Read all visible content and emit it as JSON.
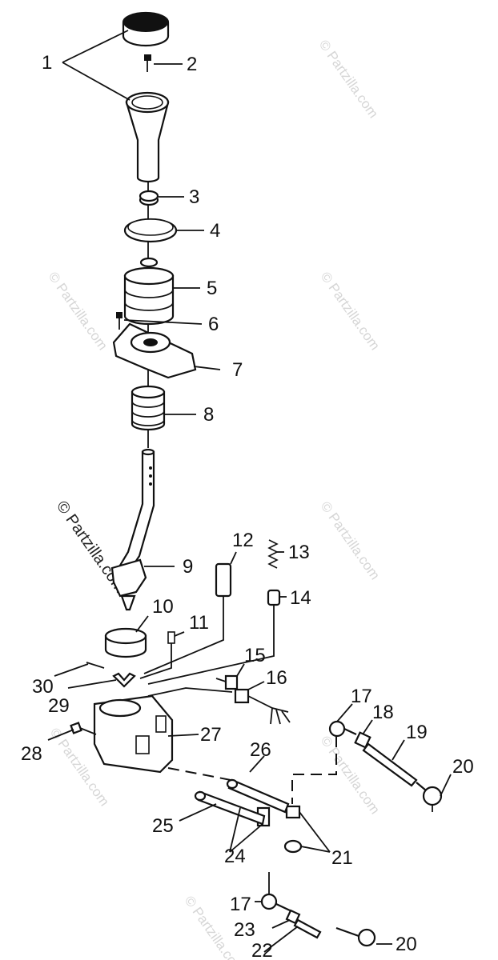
{
  "callouts": {
    "c1": "1",
    "c2": "2",
    "c3": "3",
    "c4": "4",
    "c5": "5",
    "c6": "6",
    "c7": "7",
    "c8": "8",
    "c9": "9",
    "c10": "10",
    "c11": "11",
    "c12": "12",
    "c13": "13",
    "c14": "14",
    "c15": "15",
    "c16": "16",
    "c17a": "17",
    "c17b": "17",
    "c18": "18",
    "c19": "19",
    "c20a": "20",
    "c20b": "20",
    "c21": "21",
    "c22": "22",
    "c23": "23",
    "c24": "24",
    "c25": "25",
    "c26": "26",
    "c27": "27",
    "c28": "28",
    "c29": "29",
    "c30": "30"
  },
  "watermarks": {
    "wm_top": "© Partzilla.com",
    "wm_mid_left": "© Partzilla.com",
    "wm_mid_right": "© Partzilla.com",
    "wm_lower_right": "© Partzilla.com",
    "wm_left_lower": "© Partzilla.com",
    "wm_right_lower2": "© Partzilla.com",
    "wm_bottom": "© Partzilla.com",
    "wm_shaft": "© Partzilla.com"
  }
}
